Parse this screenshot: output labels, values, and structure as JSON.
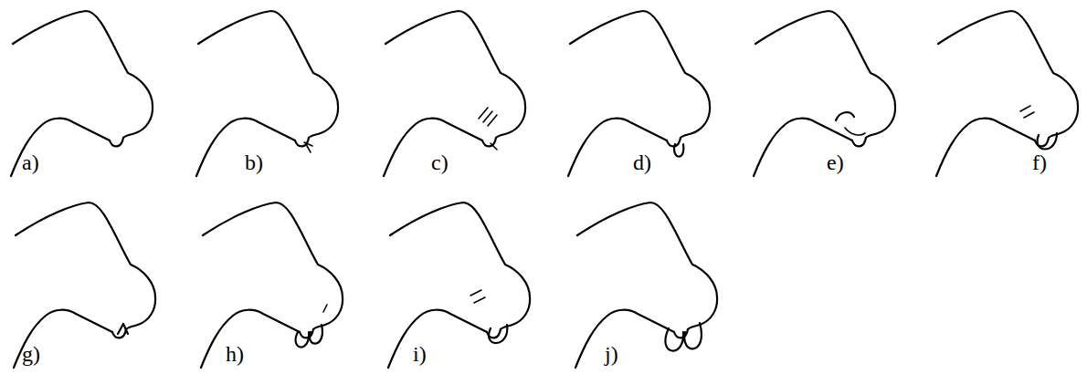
{
  "diagram": {
    "labels": [
      "a)",
      "b)",
      "c)",
      "d)",
      "e)",
      "f)",
      "g)",
      "h)",
      "i)",
      "j)"
    ]
  }
}
